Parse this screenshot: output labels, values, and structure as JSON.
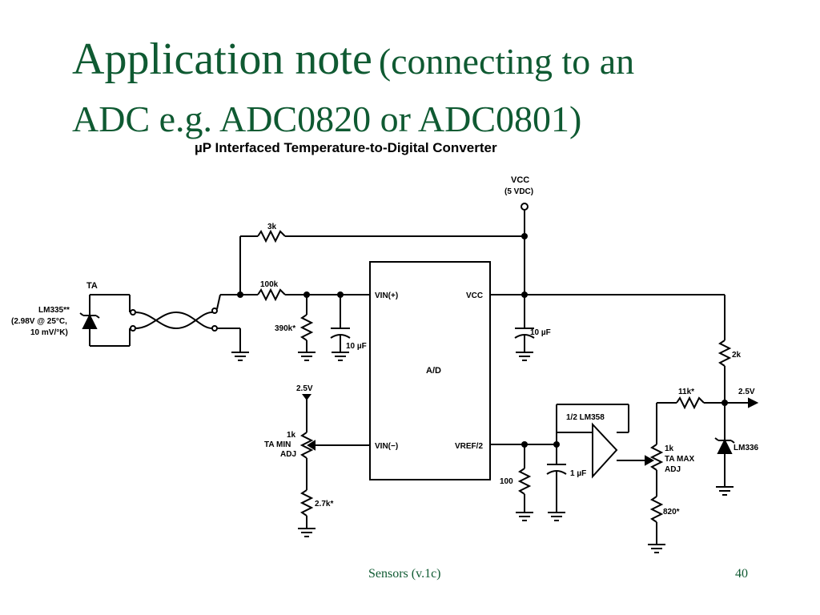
{
  "slide": {
    "title_main": "Application note",
    "title_sub": "(connecting to an",
    "title_line2": "ADC e.g. ADC0820 or ADC0801)",
    "footer_left": "Sensors (v.1c)",
    "footer_right": "40"
  },
  "diagram": {
    "heading": "µP Interfaced Temperature-to-Digital Converter",
    "vcc_label": "VCC",
    "vcc_value": "(5 VDC)",
    "ta_label": "TA",
    "lm335_label": "LM335**",
    "lm335_note1": "(2.98V @ 25°C,",
    "lm335_note2": "10 mV/°K)",
    "r_3k": "3k",
    "r_100k": "100k",
    "r_390k": "390k*",
    "c_10uf_a": "10 µF",
    "c_10uf_b": "10 µF",
    "adc_label": "A/D",
    "vin_plus": "VIN(+)",
    "vin_minus": "VIN(−)",
    "vcc_pin": "VCC",
    "vref_pin": "VREF/2",
    "ref_25v_left": "2.5V",
    "pot_min_1": "1k",
    "pot_min_2": "TA MIN",
    "pot_min_3": "ADJ",
    "r_27k": "2.7k*",
    "r_100": "100",
    "c_1uf": "1 µF",
    "opamp_label": "1/2 LM358",
    "pot_max_1": "1k",
    "pot_max_2": "TA MAX",
    "pot_max_3": "ADJ",
    "r_820": "820*",
    "r_2k": "2k",
    "r_11k": "11k*",
    "ref_25v_right": "2.5V",
    "lm336_label": "LM336"
  }
}
